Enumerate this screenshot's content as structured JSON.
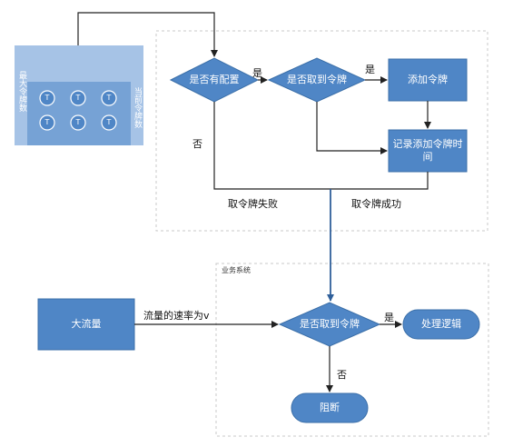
{
  "bucket": {
    "max_label": "最大令牌数",
    "current_label": "当前令牌数",
    "token_glyph": "T"
  },
  "nodes": {
    "has_config": "是否有配置",
    "got_token": "是否取到令牌",
    "add_token": "添加令牌",
    "record_time": "记录添加令牌时间",
    "big_traffic": "大流量",
    "got_token2": "是否取到令牌",
    "handle_logic": "处理逻辑",
    "block": "阻断"
  },
  "edges": {
    "yes1": "是",
    "yes2": "是",
    "no1": "否",
    "fail": "取令牌失败",
    "success": "取令牌成功",
    "rate": "流量的速率为v",
    "yes3": "是",
    "no2": "否"
  },
  "groups": {
    "business_system": "业务系统"
  },
  "colors": {
    "node_fill": "#4f86c6",
    "node_stroke": "#3b6fa8",
    "bucket_fill": "#a6c3e6",
    "token_fill": "#4f86c6",
    "line": "#222222",
    "dashed": "#c8c8c8"
  }
}
